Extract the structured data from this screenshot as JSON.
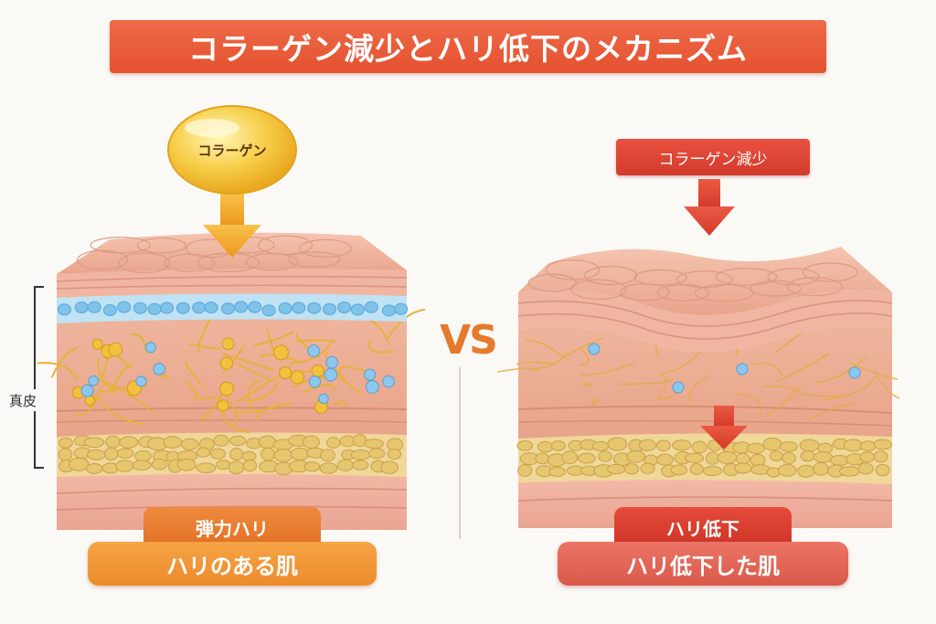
{
  "title": "コラーゲン減少とハリ低下のメカニズム",
  "left_panel": {
    "collagen_bubble": "コラーゲン",
    "tag": "弾力ハリ",
    "caption": "ハリのある肌"
  },
  "center": {
    "vs": "VS"
  },
  "right_panel": {
    "reduction_tag": "コラーゲン減少",
    "tag": "ハリ低下",
    "caption": "ハリ低下した肌"
  },
  "dermis_label": "真皮",
  "colors": {
    "title_banner": "#e95a38",
    "collagen_gold": "#f0b43a",
    "fluid_blue": "#7ec4ea",
    "fat_yellow": "#e9cf80",
    "skin_pink": "#eeb19c",
    "arrow_orange": "#f2a428",
    "arrow_red": "#dd4436",
    "vs_orange": "#e67a2b"
  },
  "icons": {
    "left_arrow": "arrow-down-icon",
    "right_top_arrow": "arrow-down-icon",
    "right_mid_arrow": "arrow-down-icon"
  }
}
